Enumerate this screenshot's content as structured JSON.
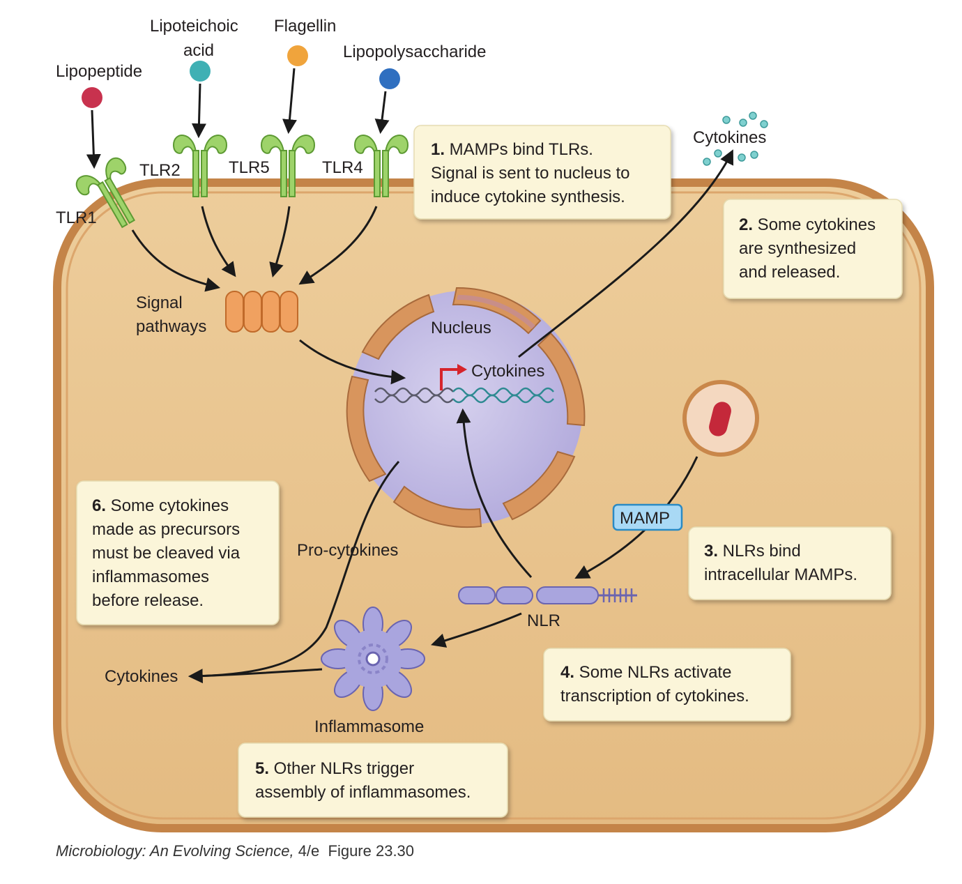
{
  "ligands": {
    "lipopeptide": "Lipopeptide",
    "lipoteichoic_line1": "Lipoteichoic",
    "lipoteichoic_line2": "acid",
    "flagellin": "Flagellin",
    "lps": "Lipopolysaccharide"
  },
  "receptors": {
    "tlr1": "TLR1",
    "tlr2": "TLR2",
    "tlr5": "TLR5",
    "tlr4": "TLR4"
  },
  "labels": {
    "signal_line1": "Signal",
    "signal_line2": "pathways",
    "nucleus": "Nucleus",
    "nucleus_cytokines": "Cytokines",
    "outside_cytokines": "Cytokines",
    "mamp": "MAMP",
    "pro_cytokines": "Pro-cytokines",
    "nlr": "NLR",
    "inflammasome": "Inflammasome",
    "left_cytokines": "Cytokines"
  },
  "steps": {
    "s1": {
      "num": "1.",
      "line1": " MAMPs bind TLRs.",
      "line2": "Signal is sent to nucleus to",
      "line3": "induce cytokine synthesis."
    },
    "s2": {
      "num": "2.",
      "line1": " Some cytokines",
      "line2": "are synthesized",
      "line3": "and released."
    },
    "s3": {
      "num": "3.",
      "line1": " NLRs bind",
      "line2": "intracellular MAMPs."
    },
    "s4": {
      "num": "4.",
      "line1": " Some NLRs activate",
      "line2": "transcription of cytokines."
    },
    "s5": {
      "num": "5.",
      "line1": " Other NLRs trigger",
      "line2": "assembly of inflammasomes."
    },
    "s6": {
      "num": "6.",
      "line1": " Some cytokines",
      "line2": "made as precursors",
      "line3": "must be cleaved via",
      "line4": "inflammasomes",
      "line5": "before release."
    }
  },
  "caption": {
    "title": "Microbiology: An Evolving Science,",
    "edition": " 4/e",
    "figure": "  Figure 23.30"
  },
  "colors": {
    "cell_fill": "#e9c48f",
    "cell_border": "#c9874a",
    "nucleus_fill": "#c4bde4",
    "envelope": "#d18f5a",
    "receptor": "#9ed36a",
    "signal": "#f0a160",
    "nlr": "#a9a5de",
    "box_fill": "#fbf5d9",
    "mamp_fill": "#a9d9f5"
  }
}
